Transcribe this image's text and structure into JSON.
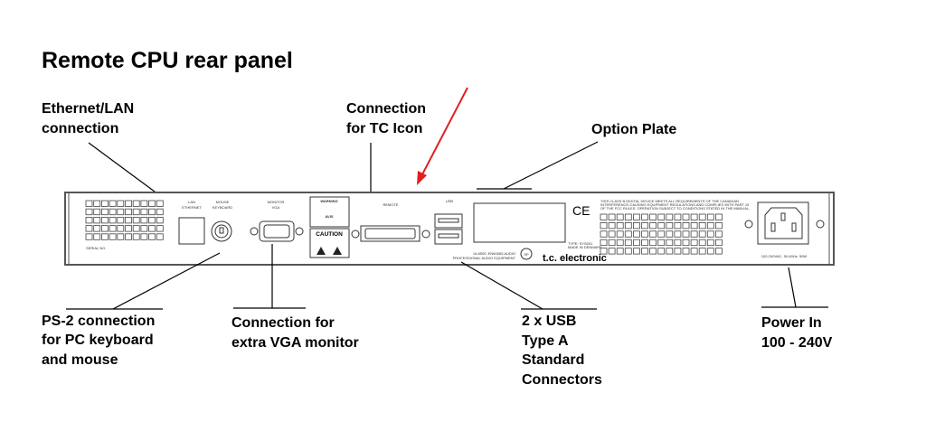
{
  "title": "Remote CPU rear panel",
  "callouts": {
    "ethernet": [
      "Ethernet/LAN",
      "connection"
    ],
    "tc_icon": [
      "Connection",
      "for TC Icon"
    ],
    "option_plate": [
      "Option Plate"
    ],
    "ps2": [
      "PS-2 connection",
      "for PC keyboard",
      "and mouse"
    ],
    "vga": [
      "Connection  for",
      "extra VGA monitor"
    ],
    "usb": [
      "2 x USB",
      "Type A",
      "Standard",
      "Connectors"
    ],
    "power": [
      "Power In",
      "100 - 240V"
    ]
  },
  "panel": {
    "lan_label": [
      "LAN",
      "ETHERNET"
    ],
    "mouse_label": [
      "MOUSE",
      "KEYBOARD"
    ],
    "monitor_label": [
      "MONITOR",
      "VGA"
    ],
    "remote_label": "REMOTE",
    "usb_label": "USB",
    "serial_label": "SERIAL NO.",
    "warning": "WARNING",
    "avis": "AVIS",
    "caution": "CAUTION",
    "ce": "CE",
    "type": "TYPE: SYS001",
    "made_in": "MADE IN DENMARK",
    "ul_text": [
      "UL6500, EN60065 AUDIO",
      "PROFESSIONAL AUDIO EQUIPMENT"
    ],
    "csa": "SP",
    "brand": "t.c. electronic",
    "power_rating": "100-240VAC, 50-60Hz, 50W",
    "fcc_text": [
      "THIS CLASS B DIGITAL DEVICE MEETS ALL REQUIREMENTS OF THE CANADIAN",
      "INTERFERENCE-CAUSING EQUIPMENT REGULATIONS AND COMPLIES WITH PART 15",
      "OF THE FCC RULES. OPERATION SUBJECT TO CONDITIONS STATED IN THE MANUAL."
    ]
  },
  "colors": {
    "arrow": "#e02020",
    "panel_outline": "#333333"
  }
}
